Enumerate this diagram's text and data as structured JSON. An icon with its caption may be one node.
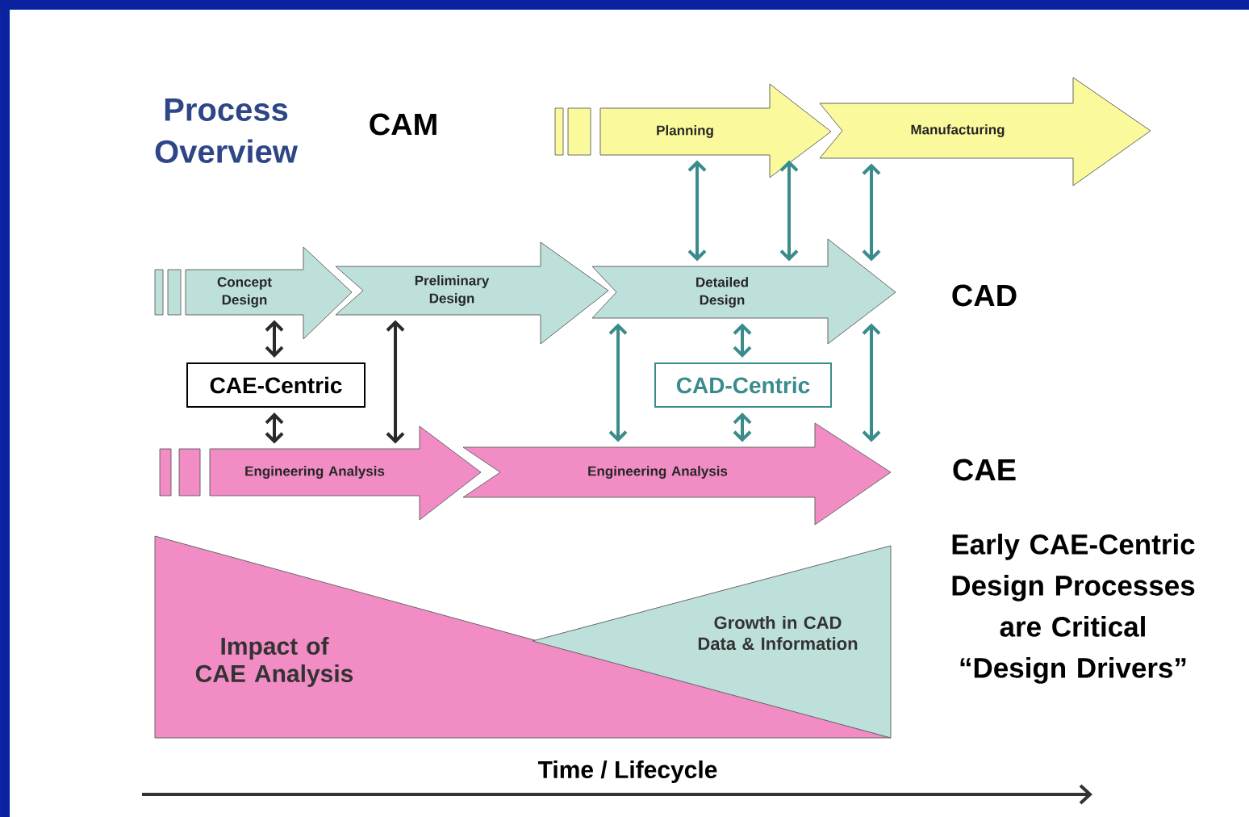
{
  "diagram": {
    "title": "Process Overview",
    "nodes": [
      {
        "text": [
          "Planning"
        ]
      },
      {
        "text": [
          "Manufacturing"
        ]
      },
      {
        "text": [
          "Concept Design"
        ]
      },
      {
        "text": [
          "Preliminary Design"
        ]
      },
      {
        "text": [
          "Detailed Design"
        ]
      },
      {
        "text": [
          "Engineering Analysis"
        ]
      },
      {
        "text": [
          "Engineering Analysis"
        ]
      },
      {
        "text": [
          "CAE-Centric"
        ]
      },
      {
        "text": [
          "CAD-Centric"
        ]
      },
      {
        "text": [
          "Impact of CAE Analysis"
        ]
      },
      {
        "text": [
          "Growth in CAD Data & Information"
        ]
      }
    ],
    "edges": [
      {
        "from": 0,
        "to": 4,
        "arrow": "both"
      },
      {
        "from": 0,
        "to": 4,
        "arrow": "both"
      },
      {
        "from": 1,
        "to": 4,
        "arrow": "both"
      },
      {
        "from": 2,
        "to": 7,
        "arrow": "both",
        "color": "#2a2a2a"
      },
      {
        "from": 7,
        "to": 5,
        "arrow": "both",
        "color": "#2a2a2a"
      },
      {
        "from": 3,
        "to": 5,
        "arrow": "both",
        "color": "#2a2a2a"
      },
      {
        "from": 4,
        "to": 6,
        "arrow": "both"
      },
      {
        "from": 4,
        "to": 8,
        "arrow": "both"
      },
      {
        "from": 8,
        "to": 6,
        "arrow": "both"
      },
      {
        "from": 4,
        "to": 6,
        "arrow": "both"
      }
    ],
    "labels": [
      "CAM",
      "CAD",
      "CAE",
      "Early CAE-Centric Design Processes are Critical “Design Drivers”",
      "Time / Lifecycle"
    ]
  }
}
